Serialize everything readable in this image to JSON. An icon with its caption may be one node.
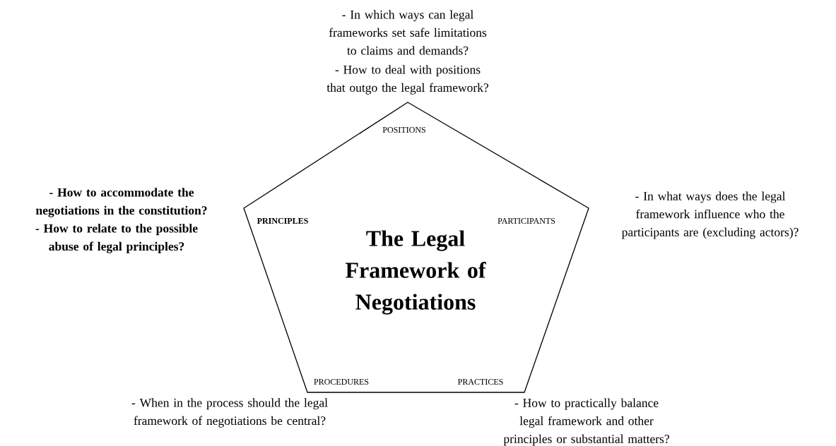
{
  "diagram": {
    "nodes": [
      {
        "text": [
          "POSITIONS",
          "PRINCIPLES",
          "PARTICIPANTS",
          "The Legal Framework of Negotiations",
          "PROCEDURES",
          "PRACTICES"
        ]
      }
    ],
    "labels": [
      "- In which ways can legal frameworks set safe limitations to claims and demands?",
      "- How to deal with positions that outgo the legal framework?",
      "- How to accommodate the negotiations in the constitution?",
      "- How to relate to the possible abuse of legal principles?",
      "- In what ways does the legal framework influence who the participants are (excluding actors)?",
      "- When in the process should the legal framework of negotiations be central?",
      "- How to practically balance legal framework and other principles or substantial matters?"
    ]
  }
}
